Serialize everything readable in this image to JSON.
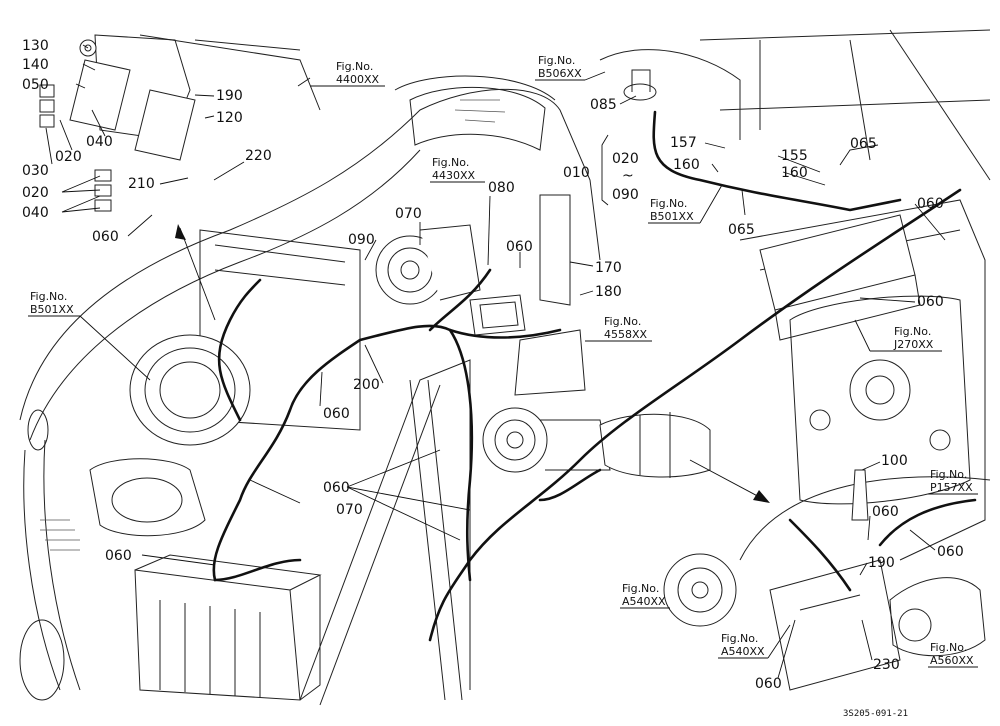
{
  "drawing_code": "3S205-091-21",
  "callouts": [
    {
      "name": "callout-130",
      "text": "130"
    },
    {
      "name": "callout-140",
      "text": "140"
    },
    {
      "name": "callout-050",
      "text": "050"
    },
    {
      "name": "callout-040-top",
      "text": "040"
    },
    {
      "name": "callout-020-top",
      "text": "020"
    },
    {
      "name": "callout-030",
      "text": "030"
    },
    {
      "name": "callout-020-left",
      "text": "020"
    },
    {
      "name": "callout-040-left",
      "text": "040"
    },
    {
      "name": "callout-060-left",
      "text": "060"
    },
    {
      "name": "callout-210",
      "text": "210"
    },
    {
      "name": "callout-220",
      "text": "220"
    },
    {
      "name": "callout-190-top",
      "text": "190"
    },
    {
      "name": "callout-120",
      "text": "120"
    },
    {
      "name": "callout-070-top",
      "text": "070"
    },
    {
      "name": "callout-090",
      "text": "090"
    },
    {
      "name": "callout-080",
      "text": "080"
    },
    {
      "name": "callout-060-comp",
      "text": "060"
    },
    {
      "name": "callout-170",
      "text": "170"
    },
    {
      "name": "callout-180",
      "text": "180"
    },
    {
      "name": "callout-200",
      "text": "200"
    },
    {
      "name": "callout-060-mid",
      "text": "060"
    },
    {
      "name": "callout-060-center",
      "text": "060"
    },
    {
      "name": "callout-070-center",
      "text": "070"
    },
    {
      "name": "callout-060-bottom-left",
      "text": "060"
    },
    {
      "name": "callout-085",
      "text": "085"
    },
    {
      "name": "callout-010",
      "text": "010"
    },
    {
      "name": "callout-020-range",
      "text": "020"
    },
    {
      "name": "callout-tilde",
      "text": "~"
    },
    {
      "name": "callout-090-range",
      "text": "090"
    },
    {
      "name": "callout-157",
      "text": "157"
    },
    {
      "name": "callout-160-a",
      "text": "160"
    },
    {
      "name": "callout-065-a",
      "text": "065"
    },
    {
      "name": "callout-155",
      "text": "155"
    },
    {
      "name": "callout-160-b",
      "text": "160"
    },
    {
      "name": "callout-065-b",
      "text": "065"
    },
    {
      "name": "callout-060-right-top",
      "text": "060"
    },
    {
      "name": "callout-060-right-mid",
      "text": "060"
    },
    {
      "name": "callout-100",
      "text": "100"
    },
    {
      "name": "callout-060-right-low",
      "text": "060"
    },
    {
      "name": "callout-060-right-low-2",
      "text": "060"
    },
    {
      "name": "callout-190-bottom",
      "text": "190"
    },
    {
      "name": "callout-230",
      "text": "230"
    },
    {
      "name": "callout-060-bottom",
      "text": "060"
    }
  ],
  "fig_refs": [
    {
      "name": "fig-ref-4400xx",
      "title": "Fig.No.",
      "number": "4400XX"
    },
    {
      "name": "fig-ref-b501xx-left",
      "title": "Fig.No.",
      "number": "B501XX"
    },
    {
      "name": "fig-ref-4430xx",
      "title": "Fig.No.",
      "number": "4430XX"
    },
    {
      "name": "fig-ref-b506xx",
      "title": "Fig.No.",
      "number": "B506XX"
    },
    {
      "name": "fig-ref-b501xx-right",
      "title": "Fig.No.",
      "number": "B501XX"
    },
    {
      "name": "fig-ref-4558xx",
      "title": "Fig.No.",
      "number": "4558XX"
    },
    {
      "name": "fig-ref-j270xx",
      "title": "Fig.No.",
      "number": "J270XX"
    },
    {
      "name": "fig-ref-p157xx",
      "title": "Fig.No.",
      "number": "P157XX"
    },
    {
      "name": "fig-ref-a540xx-a",
      "title": "Fig.No.",
      "number": "A540XX"
    },
    {
      "name": "fig-ref-a540xx-b",
      "title": "Fig.No.",
      "number": "A540XX"
    },
    {
      "name": "fig-ref-a560xx",
      "title": "Fig.No.",
      "number": "A560XX"
    }
  ]
}
